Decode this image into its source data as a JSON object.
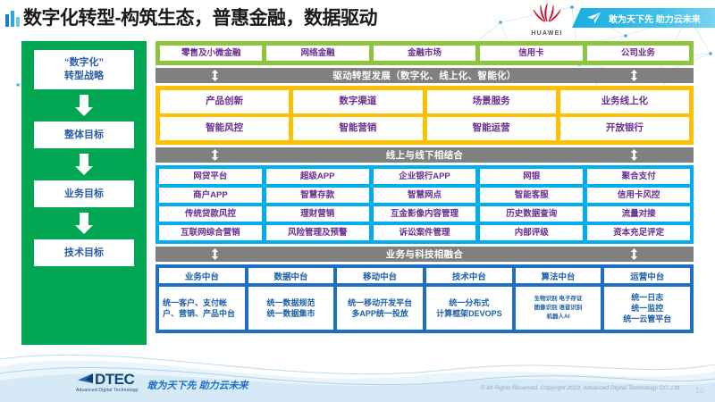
{
  "header": {
    "title": "数字化转型-构筑生态，普惠金融，数据驱动",
    "brand_logo": "huawei-logo",
    "brand_word": "HUAWEI",
    "ribbon_text": "敢为天下先 助力云未来"
  },
  "colors": {
    "green": "#00a651",
    "light_green": "#8cc63e",
    "orange": "#ffc000",
    "cyan": "#00aeef",
    "navy": "#1f6fc4",
    "grey_bar": "#808080",
    "purple_text": "#6a2d91",
    "blue_text": "#2a5caa"
  },
  "left_column": {
    "steps": [
      {
        "label": "“数字化”\n转型战略"
      },
      {
        "label": "整体目标"
      },
      {
        "label": "业务目标"
      },
      {
        "label": "技术目标"
      }
    ]
  },
  "green_band": {
    "items": [
      "零售及小微金融",
      "网络金融",
      "金融市场",
      "信用卡",
      "公司业务"
    ]
  },
  "connector_1": {
    "text": "驱动转型发展（数字化、线上化、智能化）"
  },
  "orange_band": {
    "rows": [
      [
        "产品创新",
        "数字渠道",
        "场景服务",
        "业务线上化"
      ],
      [
        "智能风控",
        "智能营销",
        "智能运营",
        "开放银行"
      ]
    ]
  },
  "connector_2": {
    "text": "线上与线下相结合"
  },
  "blue_band": {
    "rows": [
      [
        "网贷平台",
        "超级APP",
        "企业银行APP",
        "网银",
        "聚合支付"
      ],
      [
        "商户APP",
        "智慧存款",
        "智慧网点",
        "智能客服",
        "信用卡风控"
      ],
      [
        "传统贷款风控",
        "理财营销",
        "互金影像内容管理",
        "历史数据查询",
        "流量对接"
      ],
      [
        "互联网综合营销",
        "风险管理及预警",
        "诉讼案件管理",
        "内部评级",
        "资本充足评定"
      ]
    ]
  },
  "connector_3": {
    "text": "业务与科技相融合"
  },
  "navy_band": {
    "columns": [
      {
        "head": "业务中台",
        "body": "统一客户、支付帐户、营销、产品中台",
        "align": "left"
      },
      {
        "head": "数据中台",
        "body": "统一数据规范\n统一数据集市",
        "align": "center"
      },
      {
        "head": "移动中台",
        "body": "统一移动开发平台\n多APP统一投放",
        "align": "center"
      },
      {
        "head": "技术中台",
        "body": "统一分布式\n计算框架DEVOPS",
        "align": "center"
      },
      {
        "head": "算法中台",
        "body": "生物识别 电子存证\n图像识别 语音识别\n机器人AI",
        "align": "center",
        "size": "tiny"
      },
      {
        "head": "运营中台",
        "body": "统一日志\n统一监控\n统一云管平台",
        "align": "center"
      }
    ]
  },
  "footer": {
    "logo_word": "DTEC",
    "logo_sub": "Advanced Digital Technology",
    "slogan": "敢为天下先   助力云未来",
    "copyright": "© All Rights Reserved. Copyright 2019, Advanced Digital Technology CO.,Ltd",
    "page_number": "10"
  }
}
